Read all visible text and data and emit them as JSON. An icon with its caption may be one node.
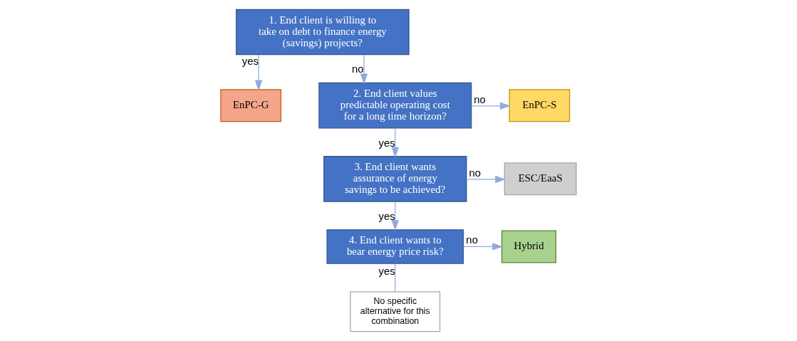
{
  "diagram": {
    "nodes": [
      {
        "text": [
          "1. End client is willing to take on debt to finance energy (savings) projects?"
        ]
      },
      {
        "text": [
          "EnPC-G"
        ]
      },
      {
        "text": [
          "2. End client values predictable operating cost for a long time horizon?"
        ]
      },
      {
        "text": [
          "EnPC-S"
        ]
      },
      {
        "text": [
          "3. End client wants assurance of energy savings to be achieved?"
        ]
      },
      {
        "text": [
          "ESC/EaaS"
        ]
      },
      {
        "text": [
          "4. End client wants to bear energy price risk?"
        ]
      },
      {
        "text": [
          "Hybrid"
        ]
      },
      {
        "text": [
          "No specific alternative for this combination"
        ]
      }
    ],
    "edges": [
      {
        "from": 0,
        "to": 1,
        "arrow": "to",
        "label": "yes"
      },
      {
        "from": 0,
        "to": 2,
        "arrow": "to",
        "label": "no"
      },
      {
        "from": 2,
        "to": 3,
        "arrow": "to",
        "label": "no"
      },
      {
        "from": 2,
        "to": 4,
        "arrow": "to",
        "label": "yes"
      },
      {
        "from": 4,
        "to": 5,
        "arrow": "to",
        "label": "no"
      },
      {
        "from": 4,
        "to": 6,
        "arrow": "to",
        "label": "yes"
      },
      {
        "from": 6,
        "to": 7,
        "arrow": "to",
        "label": "no"
      },
      {
        "from": 6,
        "to": 8,
        "arrow": "none",
        "label": "yes"
      }
    ]
  }
}
